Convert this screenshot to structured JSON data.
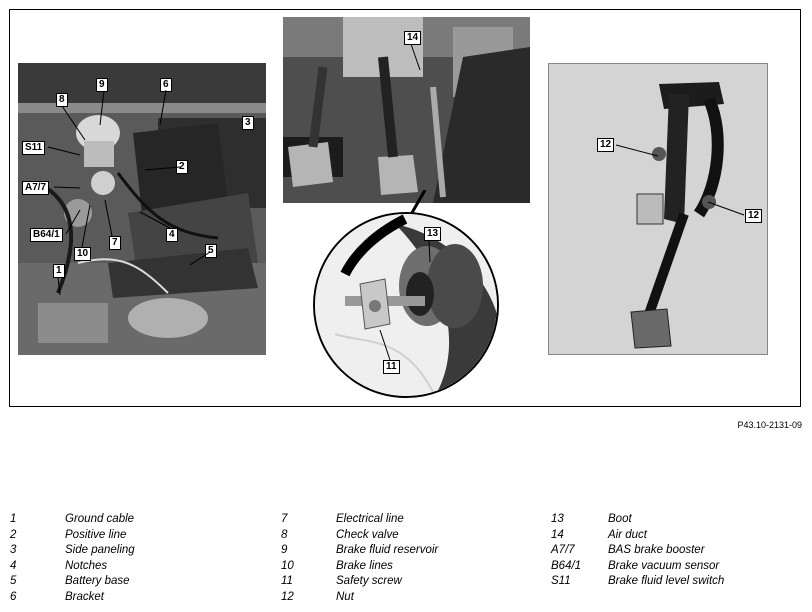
{
  "callouts_left": [
    "9",
    "6",
    "8",
    "3",
    "S11",
    "2",
    "A7/7",
    "4",
    "7",
    "B64/1",
    "10",
    "5",
    "1"
  ],
  "callouts_middle": [
    "14",
    "13",
    "11"
  ],
  "callouts_right": [
    "12",
    "12"
  ],
  "reference_code": "P43.10-2131-09",
  "legend": {
    "col1": [
      {
        "num": "1",
        "text": "Ground cable"
      },
      {
        "num": "2",
        "text": "Positive line"
      },
      {
        "num": "3",
        "text": "Side paneling"
      },
      {
        "num": "4",
        "text": "Notches"
      },
      {
        "num": "5",
        "text": "Battery base"
      },
      {
        "num": "6",
        "text": "Bracket"
      }
    ],
    "col2": [
      {
        "num": "7",
        "text": "Electrical line"
      },
      {
        "num": "8",
        "text": "Check valve"
      },
      {
        "num": "9",
        "text": "Brake fluid reservoir"
      },
      {
        "num": "10",
        "text": "Brake lines"
      },
      {
        "num": "11",
        "text": "Safety screw"
      },
      {
        "num": "12",
        "text": "Nut"
      }
    ],
    "col3": [
      {
        "num": "13",
        "text": "Boot"
      },
      {
        "num": "14",
        "text": "Air duct"
      },
      {
        "num": "A7/7",
        "text": "BAS brake booster"
      },
      {
        "num": "B64/1",
        "text": "Brake vacuum sensor"
      },
      {
        "num": "S11",
        "text": "Brake fluid level switch"
      }
    ]
  }
}
